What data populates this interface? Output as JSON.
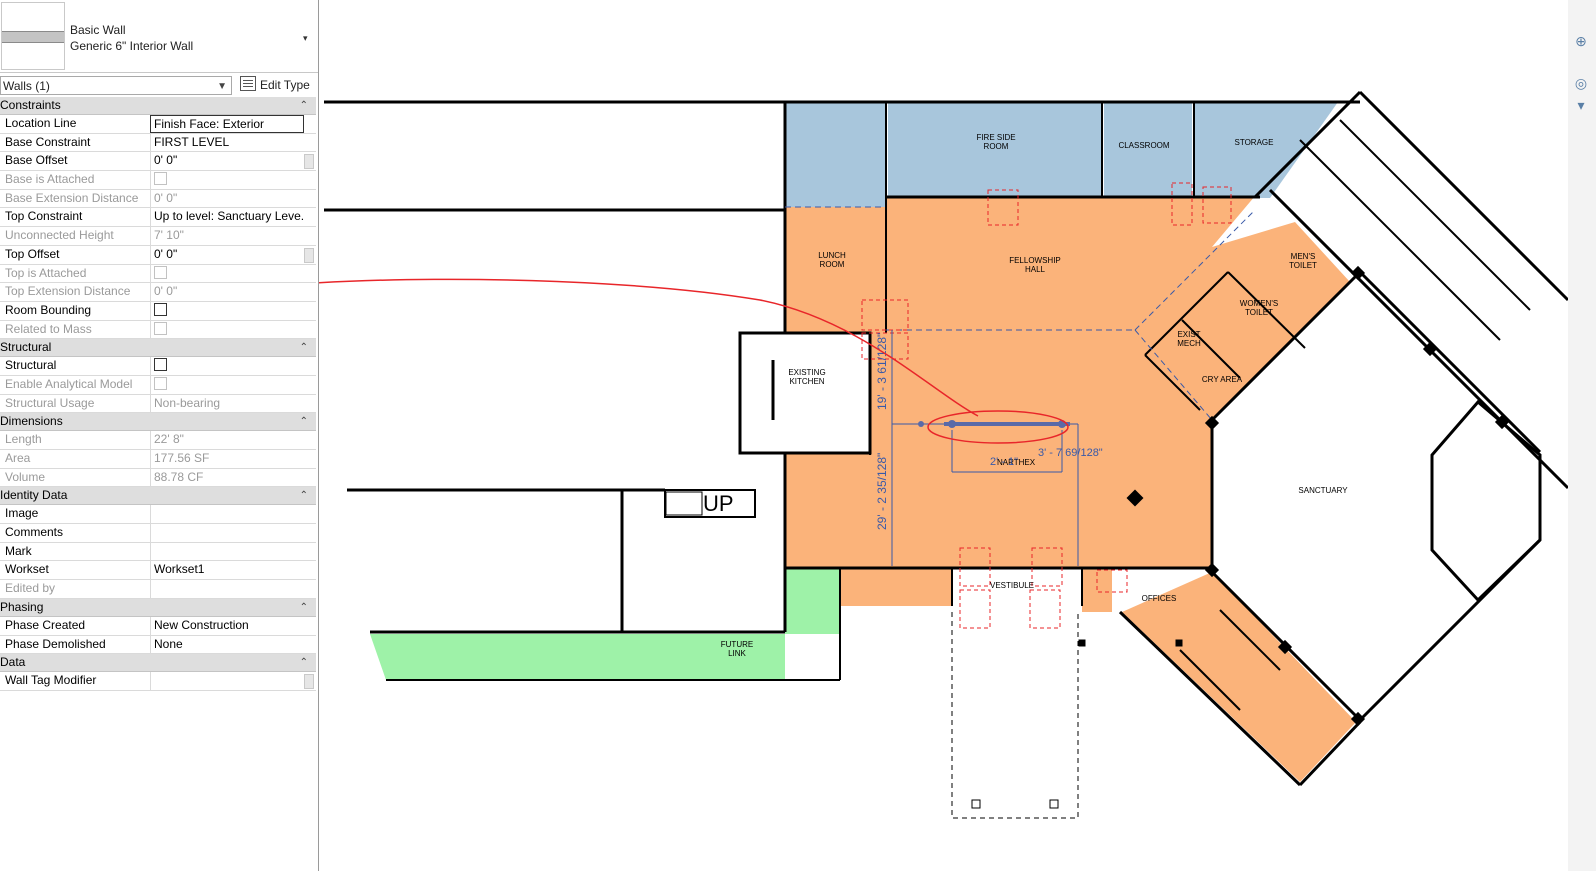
{
  "type_selector": {
    "family": "Basic Wall",
    "type_name": "Generic 6\" Interior Wall",
    "dropdown_glyph": "▾"
  },
  "instance_filter": {
    "value": "Walls (1)",
    "edit_type_label": "Edit Type"
  },
  "properties": {
    "constraints": {
      "title": "Constraints",
      "location_line": {
        "label": "Location Line",
        "value": "Finish Face: Exterior"
      },
      "base_constraint": {
        "label": "Base Constraint",
        "value": "FIRST LEVEL"
      },
      "base_offset": {
        "label": "Base Offset",
        "value": "0'  0\""
      },
      "base_attached": {
        "label": "Base is Attached"
      },
      "base_ext": {
        "label": "Base Extension Distance",
        "value": "0'  0\""
      },
      "top_constraint": {
        "label": "Top Constraint",
        "value": "Up to level: Sanctuary Leve..."
      },
      "unconnected": {
        "label": "Unconnected Height",
        "value": "7'  10\""
      },
      "top_offset": {
        "label": "Top Offset",
        "value": "0'  0\""
      },
      "top_attached": {
        "label": "Top is Attached"
      },
      "top_ext": {
        "label": "Top Extension Distance",
        "value": "0'  0\""
      },
      "room_bounding": {
        "label": "Room Bounding"
      },
      "related_mass": {
        "label": "Related to Mass"
      }
    },
    "structural": {
      "title": "Structural",
      "structural": {
        "label": "Structural"
      },
      "analytical": {
        "label": "Enable Analytical Model"
      },
      "usage": {
        "label": "Structural Usage",
        "value": "Non-bearing"
      }
    },
    "dimensions": {
      "title": "Dimensions",
      "length": {
        "label": "Length",
        "value": "22'  8\""
      },
      "area": {
        "label": "Area",
        "value": "177.56 SF"
      },
      "volume": {
        "label": "Volume",
        "value": "88.78 CF"
      }
    },
    "identity": {
      "title": "Identity Data",
      "image": {
        "label": "Image",
        "value": ""
      },
      "comments": {
        "label": "Comments",
        "value": ""
      },
      "mark": {
        "label": "Mark",
        "value": ""
      },
      "workset": {
        "label": "Workset",
        "value": "Workset1"
      },
      "edited_by": {
        "label": "Edited by",
        "value": ""
      }
    },
    "phasing": {
      "title": "Phasing",
      "created": {
        "label": "Phase Created",
        "value": "New Construction"
      },
      "demolished": {
        "label": "Phase Demolished",
        "value": "None"
      }
    },
    "data": {
      "title": "Data",
      "wall_tag": {
        "label": "Wall Tag Modifier",
        "value": ""
      }
    }
  },
  "plan": {
    "rooms": {
      "fire_side_1": "FIRE SIDE",
      "fire_side_2": "ROOM",
      "classroom": "CLASSROOM",
      "storage": "STORAGE",
      "lunch_1": "LUNCH",
      "lunch_2": "ROOM",
      "fellowship_1": "FELLOWSHIP",
      "fellowship_2": "HALL",
      "mens_1": "MEN'S",
      "mens_2": "TOILET",
      "womens_1": "WOMEN'S",
      "womens_2": "TOILET",
      "exist_mech_1": "EXIST",
      "exist_mech_2": "MECH",
      "cry_area": "CRY AREA",
      "kitchen_1": "EXISTING",
      "kitchen_2": "KITCHEN",
      "narthex": "NARTHEX",
      "sanctuary": "SANCTUARY",
      "vestibule": "VESTIBULE",
      "offices": "OFFICES",
      "future_1": "FUTURE",
      "future_2": "LINK",
      "up": "UP"
    },
    "dims": {
      "vertical_upper": "19' - 3 61/128\"",
      "vertical_lower": "29' - 2 35/128\"",
      "horizontal_right": "3' - 7 69/128\"",
      "horizontal_left": "2' - 1\""
    },
    "colors": {
      "blue_rooms": "#a8c6dc",
      "orange_rooms": "#fbb37a",
      "green_room": "#9ef2a8",
      "wall": "#000000",
      "annotation": "#e8262a",
      "dimension": "#3a5aa8"
    }
  },
  "nav_bar": {
    "zoom_icon": "⊕"
  }
}
